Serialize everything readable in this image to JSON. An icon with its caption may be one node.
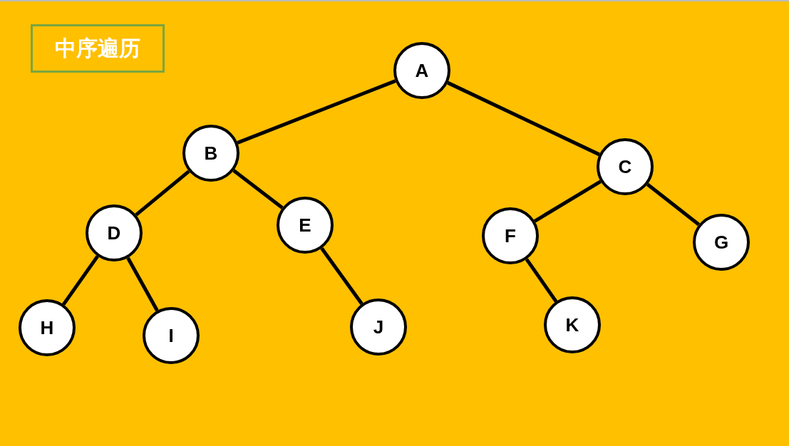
{
  "diagram": {
    "nodes": [
      {
        "text": [
          "中序遍历"
        ]
      },
      {
        "text": [
          "A"
        ]
      },
      {
        "text": [
          "B"
        ]
      },
      {
        "text": [
          "C"
        ]
      },
      {
        "text": [
          "D"
        ]
      },
      {
        "text": [
          "E"
        ]
      },
      {
        "text": [
          "F"
        ]
      },
      {
        "text": [
          "G"
        ]
      },
      {
        "text": [
          "H"
        ]
      },
      {
        "text": [
          "I"
        ]
      },
      {
        "text": [
          "J"
        ]
      },
      {
        "text": [
          "K"
        ]
      }
    ],
    "edges": [
      {
        "from": 1,
        "to": 2,
        "arrow": "none"
      },
      {
        "from": 1,
        "to": 3,
        "arrow": "none"
      },
      {
        "from": 2,
        "to": 4,
        "arrow": "none"
      },
      {
        "from": 2,
        "to": 5,
        "arrow": "none"
      },
      {
        "from": 3,
        "to": 6,
        "arrow": "none"
      },
      {
        "from": 3,
        "to": 7,
        "arrow": "none"
      },
      {
        "from": 4,
        "to": 8,
        "arrow": "none"
      },
      {
        "from": 4,
        "to": 9,
        "arrow": "none"
      },
      {
        "from": 5,
        "to": 10,
        "arrow": "none"
      },
      {
        "from": 6,
        "to": 11,
        "arrow": "none"
      }
    ]
  }
}
